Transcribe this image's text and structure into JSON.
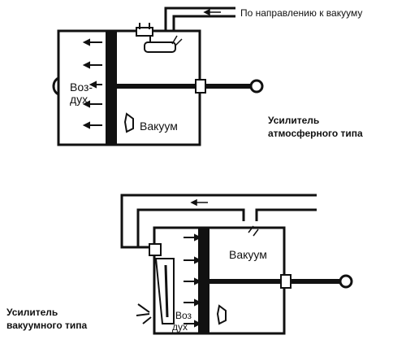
{
  "labels": {
    "vacuum_direction": "По направлению к вакууму",
    "air_word_1": "Воз-",
    "air_word_2": "дух",
    "vacuum_top": "Вакуум",
    "booster_top_line1": "Усилитель",
    "booster_top_line2": "атмосферного типа",
    "vacuum_bottom": "Вакуум",
    "air_bottom_1": "Воз",
    "air_bottom_2": "дух",
    "booster_bottom_line1": "Усилитель",
    "booster_bottom_line2": "вакуумного типа"
  }
}
